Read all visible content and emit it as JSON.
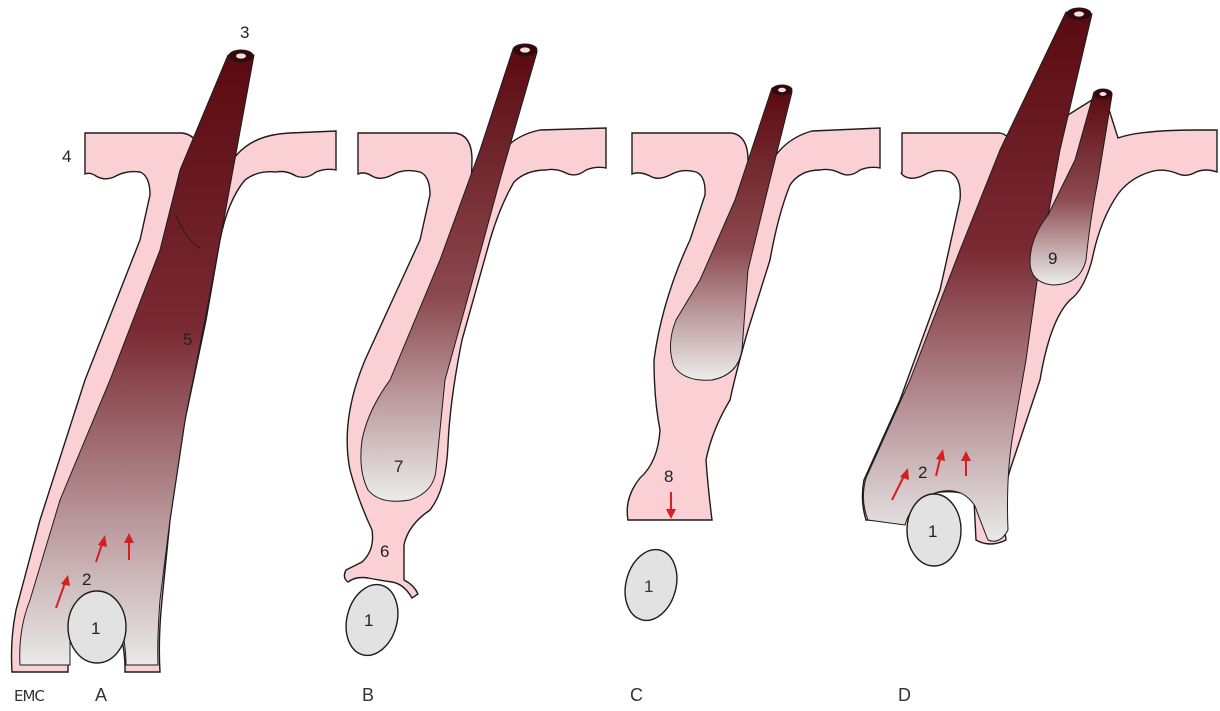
{
  "colors": {
    "skin": "#fbd0d4",
    "hair_dark": "#5a0a10",
    "hair_light": "#e9e9e9",
    "papilla": "#e2e2e2",
    "arrow": "#d42020",
    "outline": "#1c1c1c"
  },
  "logo": "EMC",
  "panels": [
    {
      "letter": "A"
    },
    {
      "letter": "B"
    },
    {
      "letter": "C"
    },
    {
      "letter": "D"
    }
  ],
  "labels": {
    "a_papilla": "1",
    "a_matrix": "2",
    "a_hair_shaft": "3",
    "a_epidermis": "4",
    "a_sheath": "5",
    "b_column": "6",
    "b_club": "7",
    "b_papilla": "1",
    "c_strand": "8",
    "c_papilla": "1",
    "d_matrix": "2",
    "d_papilla": "1",
    "d_old_club": "9"
  }
}
